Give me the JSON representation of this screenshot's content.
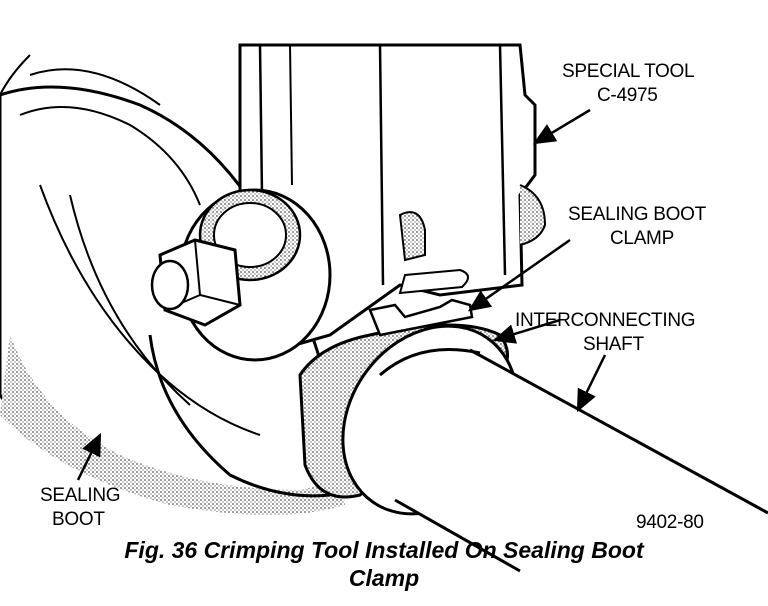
{
  "labels": {
    "special_tool_line1": "SPECIAL TOOL",
    "special_tool_line2": "C-4975",
    "boot_clamp_line1": "SEALING BOOT",
    "boot_clamp_line2": "CLAMP",
    "shaft_line1": "INTERCONNECTING",
    "shaft_line2": "SHAFT",
    "sealing_boot_line1": "SEALING",
    "sealing_boot_line2": "BOOT",
    "figure_code": "9402-80"
  },
  "caption": {
    "line1": "Fig. 36 Crimping Tool Installed On Sealing Boot",
    "line2": "Clamp"
  },
  "colors": {
    "ink": "#000000",
    "paper": "#ffffff",
    "shade": "#b8b8b8"
  }
}
